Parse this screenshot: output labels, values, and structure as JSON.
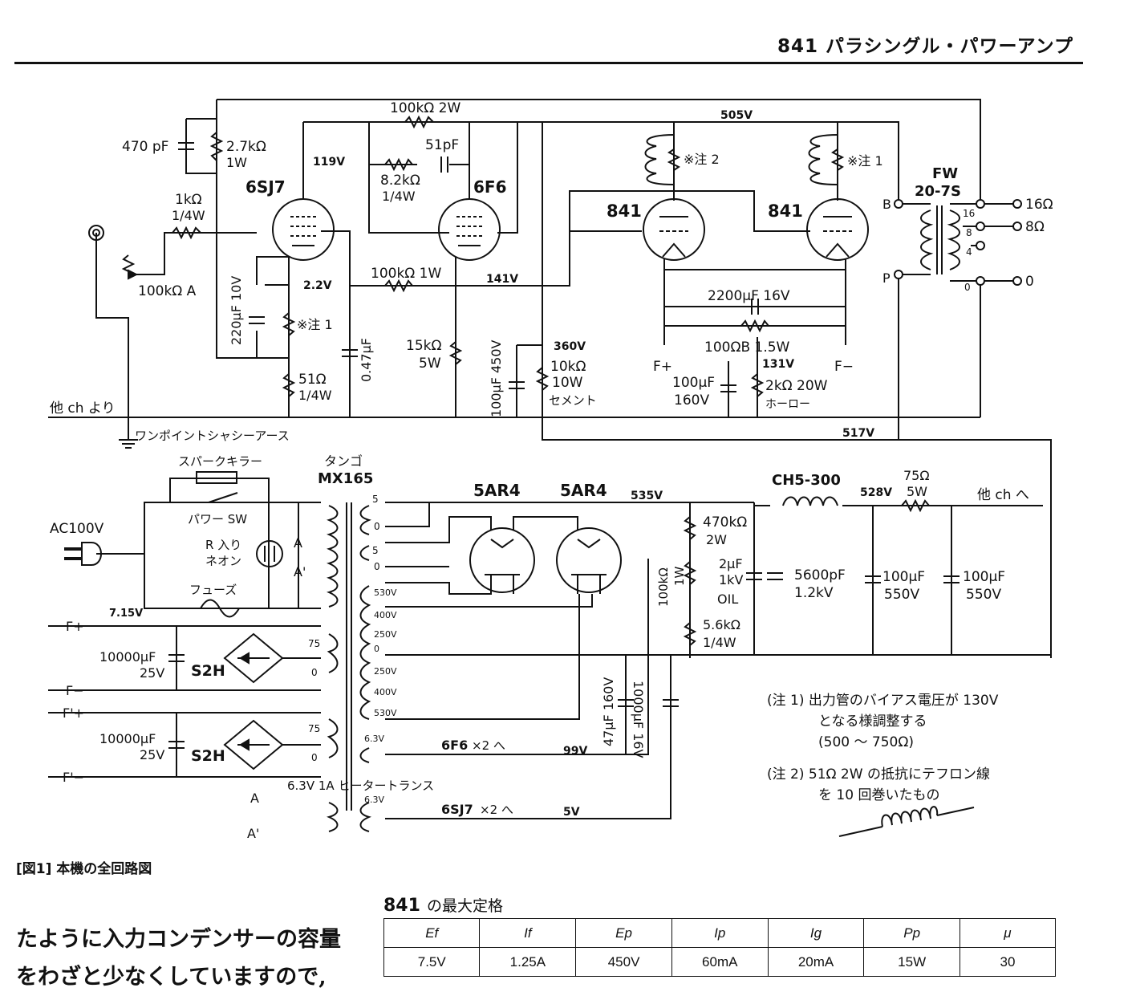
{
  "header": {
    "title": "841 パラシングル・パワーアンプ"
  },
  "figure": {
    "caption": "[図1]  本機の全回路図",
    "tubes": {
      "v1": "6SJ7",
      "v2": "6F6",
      "v3": "841",
      "v4": "841",
      "rect1": "5AR4",
      "rect2": "5AR4"
    },
    "voltages": {
      "b505": "505V",
      "b119": "119V",
      "b22": "2.2V",
      "b141": "141V",
      "b360": "360V",
      "b131": "131V",
      "b517": "517V",
      "b535": "535V",
      "b528": "528V",
      "b99": "99V",
      "b5": "5V",
      "b715": "7.15V"
    },
    "parts": {
      "c470p": "470 pF",
      "r27k": "2.7kΩ",
      "r27k_w": "1W",
      "r1k": "1kΩ",
      "r1k_w": "1/4W",
      "vr100k": "100kΩ A",
      "r100k2w": "100kΩ 2W",
      "c51p": "51pF",
      "r82k": "8.2kΩ",
      "r82k_w": "1/4W",
      "c220u": "220μF 10V",
      "note1": "※注 1",
      "note2": "※注 2",
      "note1b": "※注 1",
      "r51": "51Ω",
      "r51_w": "1/4W",
      "c047": "0.47μF",
      "r100k1w": "100kΩ 1W",
      "r15k": "15kΩ",
      "r15k_w": "5W",
      "c100u450": "100μF 450V",
      "r10k": "10kΩ",
      "r10k_w": "10W",
      "r10k_t": "セメント",
      "c2200": "2200μF 16V",
      "r100b": "100ΩB 1.5W",
      "c100u160": "100μF",
      "c100u160_v": "160V",
      "r2k": "2kΩ 20W",
      "r2k_t": "ホーロー",
      "fplus": "F+",
      "fminus": "F−",
      "from_other": "他 ch より",
      "ground": "ワンポイントシャシーアース",
      "out_trans": "FW",
      "out_trans2": "20-7S",
      "tap_b": "B",
      "tap_p": "P",
      "tap16": "16",
      "tap8": "8",
      "tap4": "4",
      "tap0": "0",
      "spk16": "16Ω",
      "spk8": "8Ω",
      "spk0": "0",
      "spark": "スパークキラー",
      "power_sw": "パワー SW",
      "neon": "R 入り",
      "neon2": "ネオン",
      "fuse": "フューズ",
      "ac": "AC100V",
      "a": "A",
      "a2": "A'",
      "pt_maker": "タンゴ",
      "pt_model": "MX165",
      "pt5a": "5",
      "pt0a": "0",
      "pt5b": "5",
      "pt0b": "0",
      "pt530a": "530V",
      "pt400a": "400V",
      "pt250a": "250V",
      "pt0c": "0",
      "pt250b": "250V",
      "pt400b": "400V",
      "pt530b": "530V",
      "pt63": "6.3V",
      "r470k": "470kΩ",
      "r470k_w": "2W",
      "r100k1wb": "100kΩ",
      "r100k1wb_w": "1W",
      "c2u": "2μF",
      "c2u_v": "1kV",
      "c2u_t": "OIL",
      "r56k": "5.6kΩ",
      "r56k_w": "1/4W",
      "c5600": "5600pF",
      "c5600_v": "1.2kV",
      "choke": "CH5-300",
      "r75": "75Ω",
      "r75_w": "5W",
      "c100u550a": "100μF",
      "c100u550a_v": "550V",
      "c100u550b": "100μF",
      "c100u550b_v": "550V",
      "to_other": "他 ch へ",
      "c47u": "47μF 160V",
      "c1000u": "1000μF 16V",
      "fp": "F+",
      "fm": "F−",
      "fp2": "F'+",
      "fm2": "F'−",
      "c10000a": "10000μF",
      "c10000a_v": "25V",
      "c10000b": "10000μF",
      "c10000b_v": "25V",
      "s2h_a": "S2H",
      "s2h_b": "S2H",
      "t75a": "75",
      "t0a": "0",
      "t75b": "75",
      "t0b": "0",
      "heater": "6.3V 1A ヒータートランス",
      "h63a": "6.3V",
      "h63b": "6.3V",
      "to6f6": "6F6",
      "to6f6_t": "×2 へ",
      "to6sj7": "6SJ7",
      "to6sj7_t": "×2 へ",
      "ha": "A",
      "ha2": "A'"
    },
    "notes": [
      "(注 1)  出力管のバイアス電圧が 130V",
      "となる様調整する",
      "(500 ～ 750Ω)",
      "(注 2)  51Ω 2W の抵抗にテフロン線",
      "を 10 回巻いたもの"
    ]
  },
  "ratings_table": {
    "title_model": "841",
    "title_text": "の最大定格",
    "headers": [
      "Ef",
      "If",
      "Ep",
      "Ip",
      "Ig",
      "Pp",
      "μ"
    ],
    "values": [
      "7.5V",
      "1.25A",
      "450V",
      "60mA",
      "20mA",
      "15W",
      "30"
    ]
  },
  "body_text": {
    "line1": "たように入力コンデンサーの容量",
    "line2": "をわざと少なくしていますので,"
  }
}
